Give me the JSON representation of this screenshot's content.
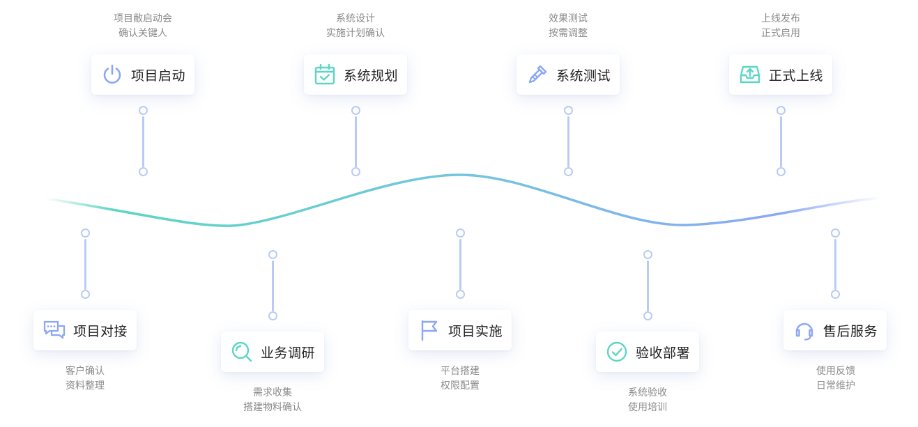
{
  "top_steps": [
    {
      "label": "项目启动",
      "icon": "power-icon",
      "desc": [
        "项目敝启动会",
        "确认关键人"
      ]
    },
    {
      "label": "系统规划",
      "icon": "calendar-check-icon",
      "desc": [
        "系统设计",
        "实施计划确认"
      ]
    },
    {
      "label": "系统测试",
      "icon": "pipette-icon",
      "desc": [
        "效果测试",
        "按需调整"
      ]
    },
    {
      "label": "正式上线",
      "icon": "inbox-upload-icon",
      "desc": [
        "上线发布",
        "正式启用"
      ]
    }
  ],
  "bottom_steps": [
    {
      "label": "项目对接",
      "icon": "chat-bubbles-icon",
      "desc": [
        "客户确认",
        "资料整理"
      ]
    },
    {
      "label": "业务调研",
      "icon": "search-icon",
      "desc": [
        "需求收集",
        "搭建物料确认"
      ]
    },
    {
      "label": "项目实施",
      "icon": "flag-icon",
      "desc": [
        "平台搭建",
        "权限配置"
      ]
    },
    {
      "label": "验收部署",
      "icon": "check-circle-icon",
      "desc": [
        "系统验收",
        "使用培训"
      ]
    },
    {
      "label": "售后服务",
      "icon": "headset-icon",
      "desc": [
        "使用反馈",
        "日常维护"
      ]
    }
  ],
  "colors": {
    "green": "#5cd6c4",
    "blue": "#8ba7f5",
    "connector": "#b9cbf5",
    "text": "#222222",
    "muted": "#8a8a8a"
  }
}
